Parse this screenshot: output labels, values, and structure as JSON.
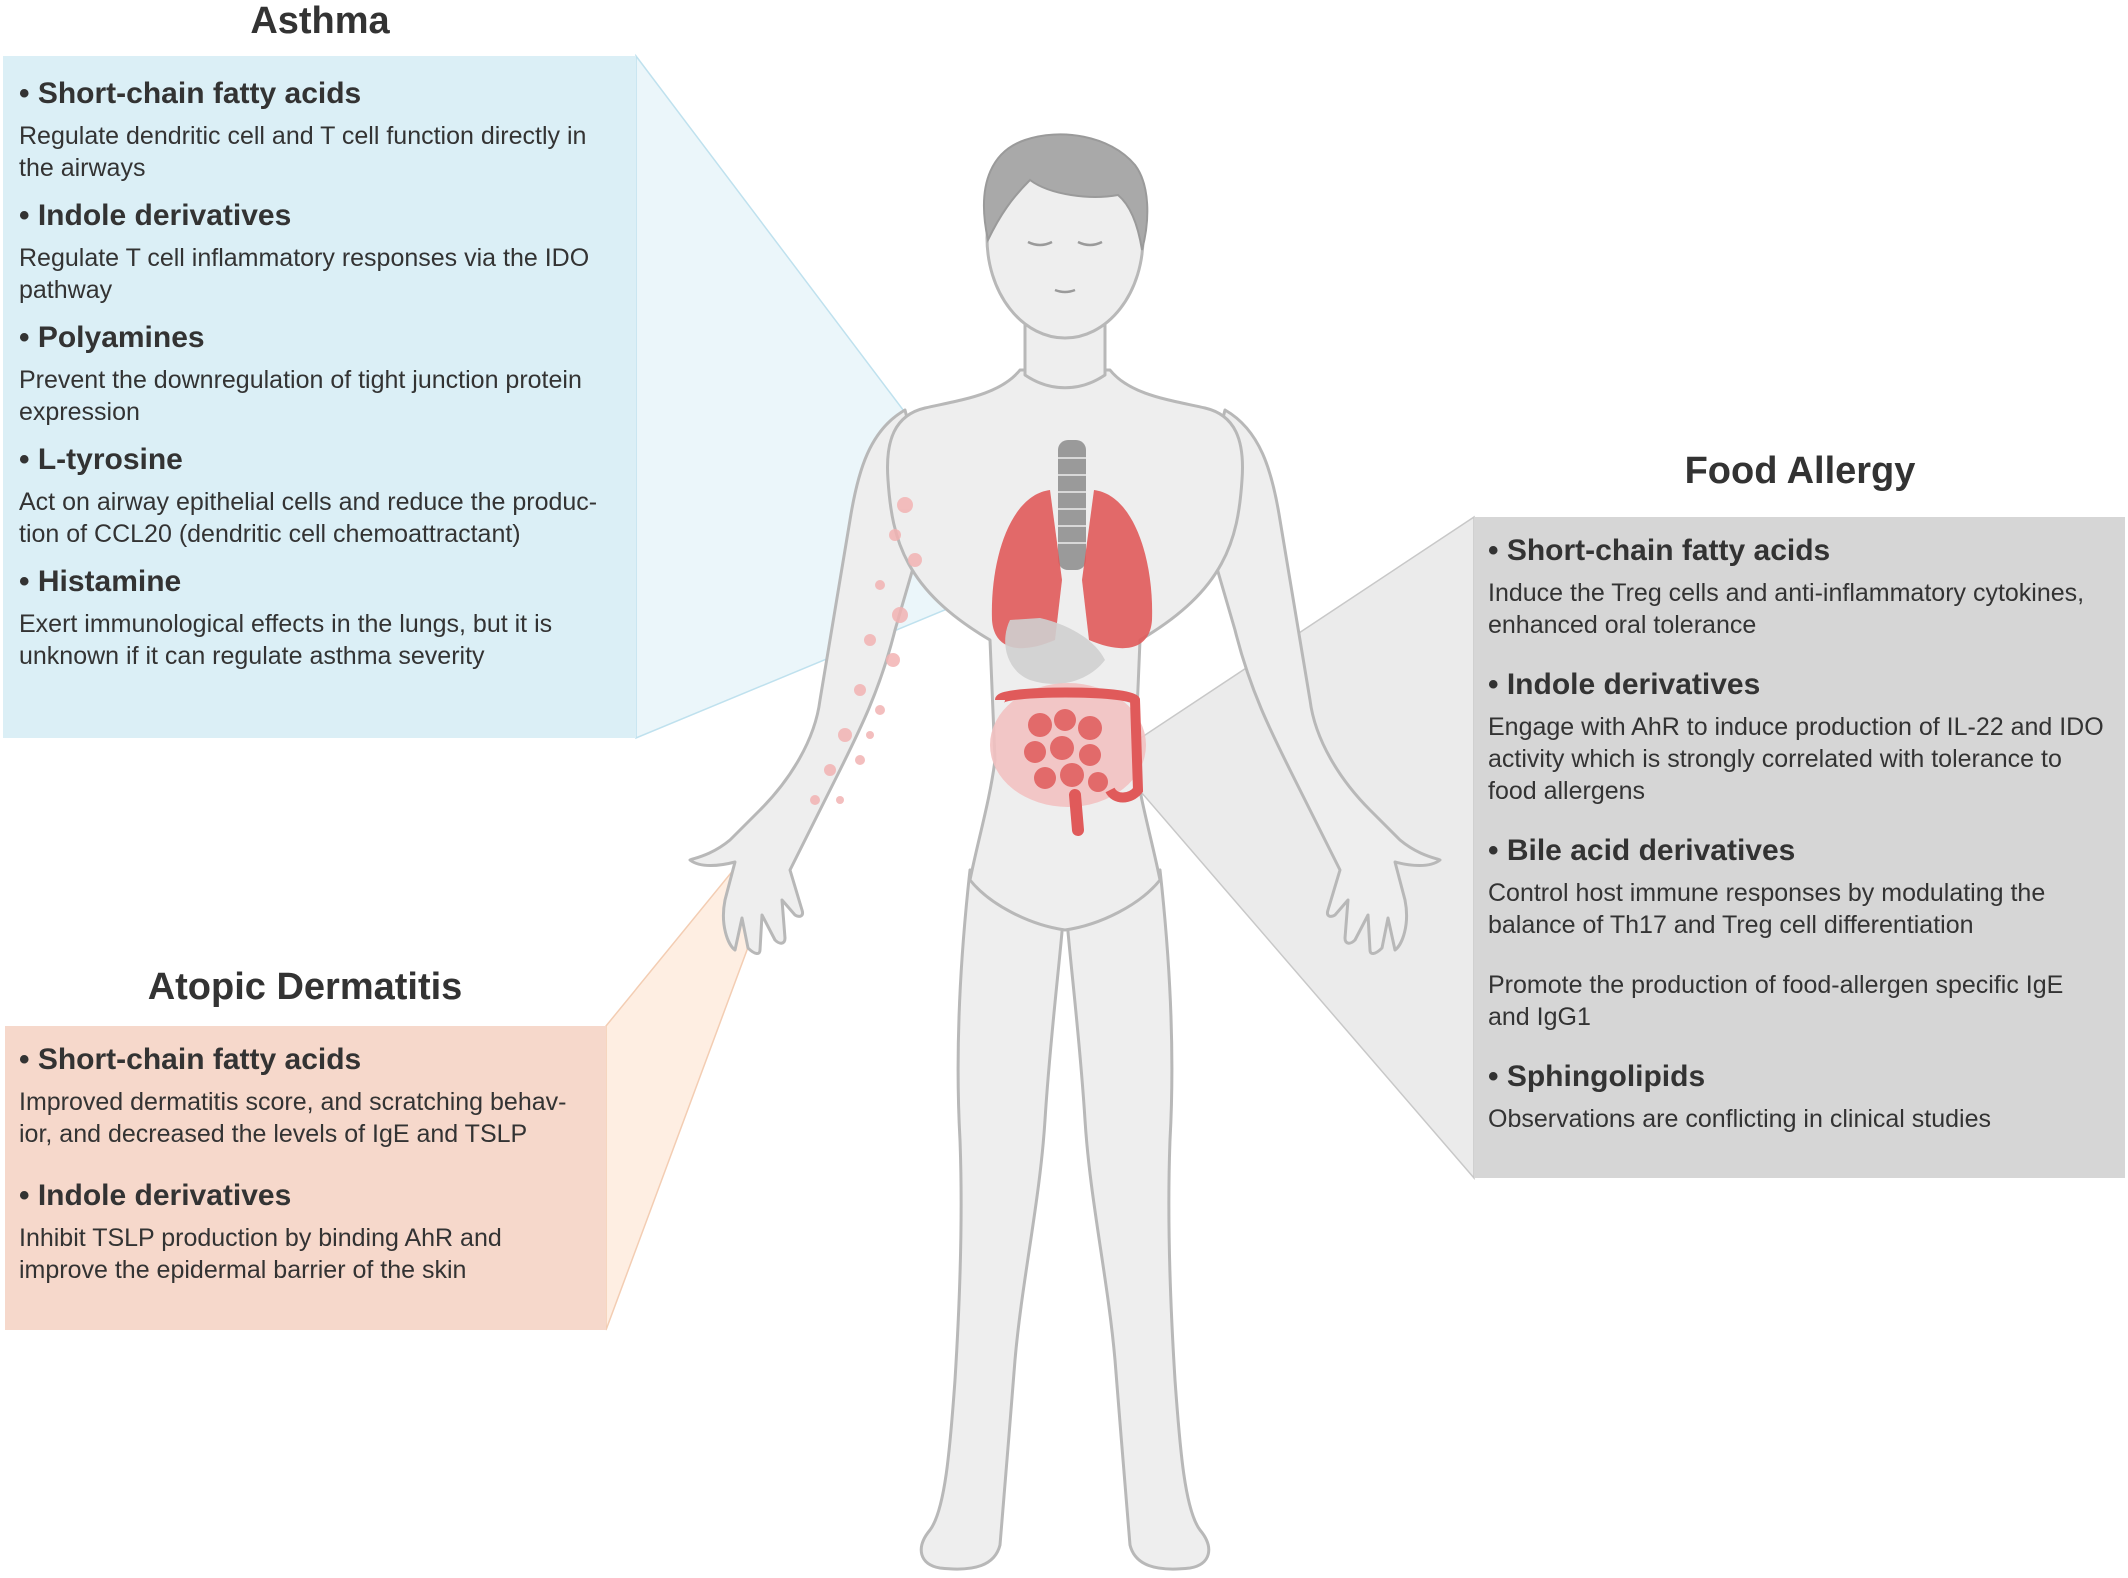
{
  "panels": {
    "asthma": {
      "title": "Asthma",
      "accent": "#dbeff6",
      "items": [
        {
          "heading": "Short-chain fatty acids",
          "text": "Regulate dendritic cell and T cell function directly in the airways"
        },
        {
          "heading": "Indole derivatives",
          "text": "Regulate T cell inflammatory responses via the IDO pathway"
        },
        {
          "heading": "Polyamines",
          "text": "Prevent the downregulation of tight junction protein expression"
        },
        {
          "heading": "L-tyrosine",
          "text": "Act on airway epithelial cells and reduce the produc-tion of CCL20 (dendritic cell chemoattractant)"
        },
        {
          "heading": "Histamine",
          "text": "Exert immunological effects in the lungs, but it is unknown if it can regulate asthma severity"
        }
      ]
    },
    "atopic": {
      "title": "Atopic Dermatitis",
      "accent": "#f6d8cb",
      "items": [
        {
          "heading": "Short-chain fatty acids",
          "text": "Improved dermatitis score, and scratching behav-ior, and decreased the levels of IgE and TSLP"
        },
        {
          "heading": "Indole derivatives",
          "text": "Inhibit TSLP production by binding AhR and improve the epidermal barrier of the skin"
        }
      ]
    },
    "food": {
      "title": "Food Allergy",
      "accent": "#d6d6d6",
      "items": [
        {
          "heading": "Short-chain fatty acids",
          "text": "Induce the Treg cells and anti-inflammatory cytokines, enhanced oral tolerance"
        },
        {
          "heading": "Indole derivatives",
          "text": "Engage with AhR to induce production of IL-22 and IDO activity which is strongly correlated with tolerance to food allergens"
        },
        {
          "heading": "Bile acid derivatives",
          "text": "Control host immune responses by modulating the balance of Th17 and Treg cell differentiation",
          "text2": "Promote the production of food-allergen specific IgE and IgG1"
        },
        {
          "heading": "Sphingolipids",
          "text": "Observations are conflicting in clinical studies"
        }
      ]
    }
  },
  "colors": {
    "body_fill": "#eeeeee",
    "body_stroke": "#b8b8b8",
    "organ_red": "#e05a5a",
    "trachea": "#9a9a9a"
  }
}
